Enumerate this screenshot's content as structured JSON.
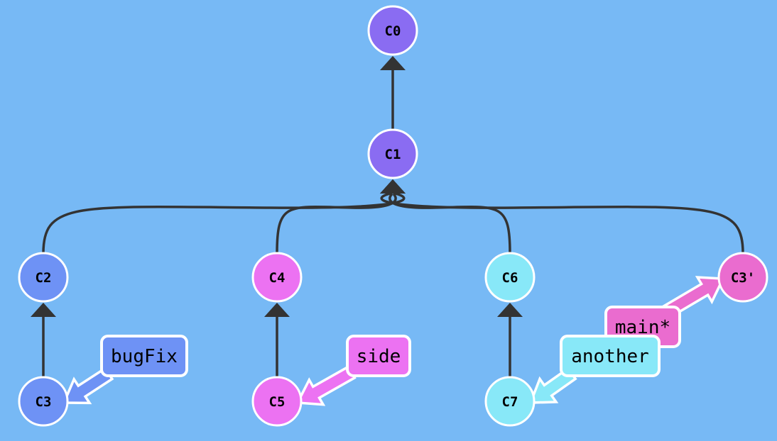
{
  "colors": {
    "background": "#77b9f5",
    "edge": "#333333",
    "commit_stroke": "#ffffff",
    "purple": "#8a6cf2",
    "blue": "#6e92f5",
    "magenta": "#ec72f2",
    "cyan": "#88e8f8",
    "pink": "#ea6ccf"
  },
  "commits": [
    {
      "id": "C0",
      "label": "C0",
      "color": "purple"
    },
    {
      "id": "C1",
      "label": "C1",
      "color": "purple"
    },
    {
      "id": "C2",
      "label": "C2",
      "color": "blue"
    },
    {
      "id": "C3",
      "label": "C3",
      "color": "blue"
    },
    {
      "id": "C4",
      "label": "C4",
      "color": "magenta"
    },
    {
      "id": "C5",
      "label": "C5",
      "color": "magenta"
    },
    {
      "id": "C6",
      "label": "C6",
      "color": "cyan"
    },
    {
      "id": "C7",
      "label": "C7",
      "color": "cyan"
    },
    {
      "id": "C3p",
      "label": "C3'",
      "color": "pink"
    }
  ],
  "edges": [
    {
      "from": "C1",
      "to": "C0"
    },
    {
      "from": "C2",
      "to": "C1"
    },
    {
      "from": "C4",
      "to": "C1"
    },
    {
      "from": "C6",
      "to": "C1"
    },
    {
      "from": "C3p",
      "to": "C1"
    },
    {
      "from": "C3",
      "to": "C2"
    },
    {
      "from": "C5",
      "to": "C4"
    },
    {
      "from": "C7",
      "to": "C6"
    }
  ],
  "branches": [
    {
      "id": "bugFix",
      "label": "bugFix",
      "target": "C3",
      "color": "blue"
    },
    {
      "id": "side",
      "label": "side",
      "target": "C5",
      "color": "magenta"
    },
    {
      "id": "main",
      "label": "main*",
      "target": "C3p",
      "color": "pink"
    },
    {
      "id": "another",
      "label": "another",
      "target": "C7",
      "color": "cyan"
    }
  ]
}
